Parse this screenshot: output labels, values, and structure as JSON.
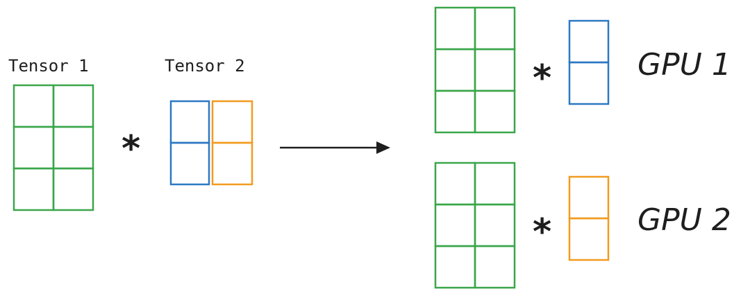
{
  "labels": {
    "tensor1": "Tensor 1",
    "tensor2": "Tensor 2",
    "gpu1": "GPU 1",
    "gpu2": "GPU 2"
  },
  "operators": {
    "multiply": "*"
  },
  "colors": {
    "tensor1_grid": "#3aa64a",
    "tensor2_left_column": "#2b78c2",
    "tensor2_right_column": "#f29b1f",
    "ink": "#1e1e1e"
  },
  "icons": {
    "arrow": "arrow-right-icon"
  },
  "structure": {
    "tensor1": {
      "rows": 3,
      "cols": 2
    },
    "tensor2": {
      "rows": 2,
      "cols": 2
    },
    "shard": {
      "rows": 2,
      "cols": 1
    }
  }
}
